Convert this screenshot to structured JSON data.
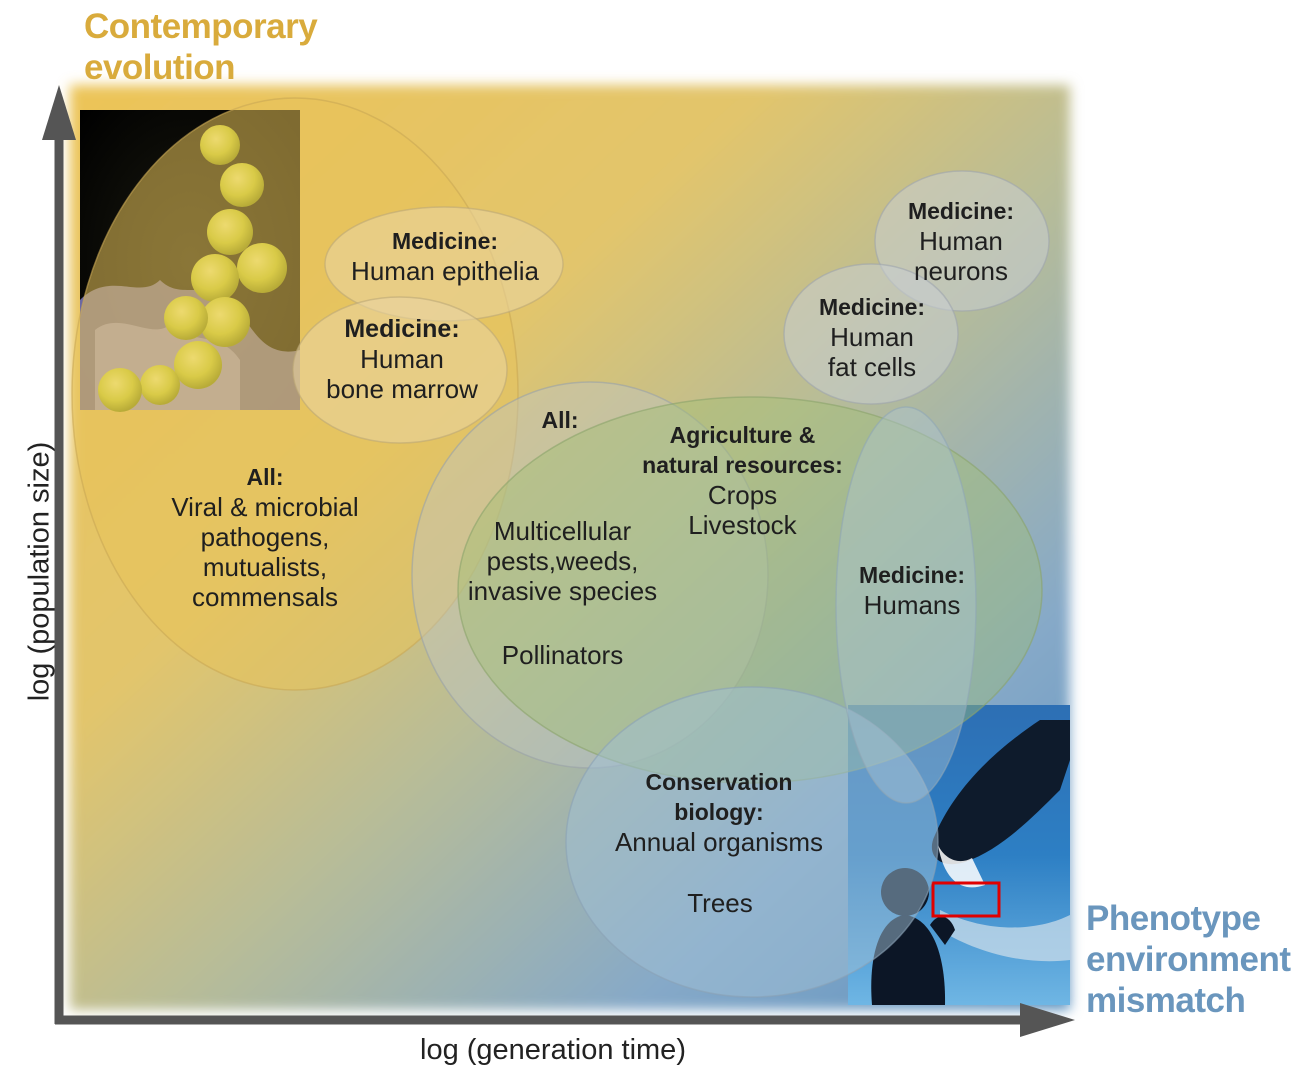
{
  "corner_labels": {
    "top_line1": "Contemporary",
    "top_line2": "evolution",
    "bottom_line1": "Phenotype",
    "bottom_line2": "environment",
    "bottom_line3": "mismatch"
  },
  "axes": {
    "x_label": "log (generation time)",
    "y_label": "log (population size)"
  },
  "regions": {
    "all_microbes": {
      "heading": "All:",
      "lines": [
        "Viral & microbial",
        "pathogens,",
        "mutualists,",
        "commensals"
      ]
    },
    "epithelia": {
      "heading": "Medicine:",
      "line1": "Human epithelia"
    },
    "bone_marrow": {
      "heading": "Medicine:",
      "line1": "Human",
      "line2": "bone marrow"
    },
    "neurons": {
      "heading": "Medicine:",
      "line1": "Human",
      "line2": "neurons"
    },
    "fat_cells": {
      "heading": "Medicine:",
      "line1": "Human",
      "line2": "fat cells"
    },
    "all_multicellular": {
      "heading": "All:",
      "line1": "Multicellular",
      "line2": "pests,weeds,",
      "line3": "invasive species",
      "line4": "Pollinators"
    },
    "agriculture": {
      "heading1": "Agriculture &",
      "heading2": "natural resources:",
      "line1": "Crops",
      "line2": "Livestock"
    },
    "humans": {
      "heading": "Medicine:",
      "line1": "Humans"
    },
    "conservation": {
      "heading1": "Conservation",
      "heading2": "biology:",
      "line1": "Annual organisms",
      "line2": "Trees"
    }
  },
  "colors": {
    "gold": "#e3b94a",
    "blue": "#6f9cc4",
    "arrow": "#555555",
    "highlight_box": "#e00000"
  },
  "images": {
    "top_left": "bacteria-micrograph",
    "bottom_right": "child-watching-orca"
  }
}
